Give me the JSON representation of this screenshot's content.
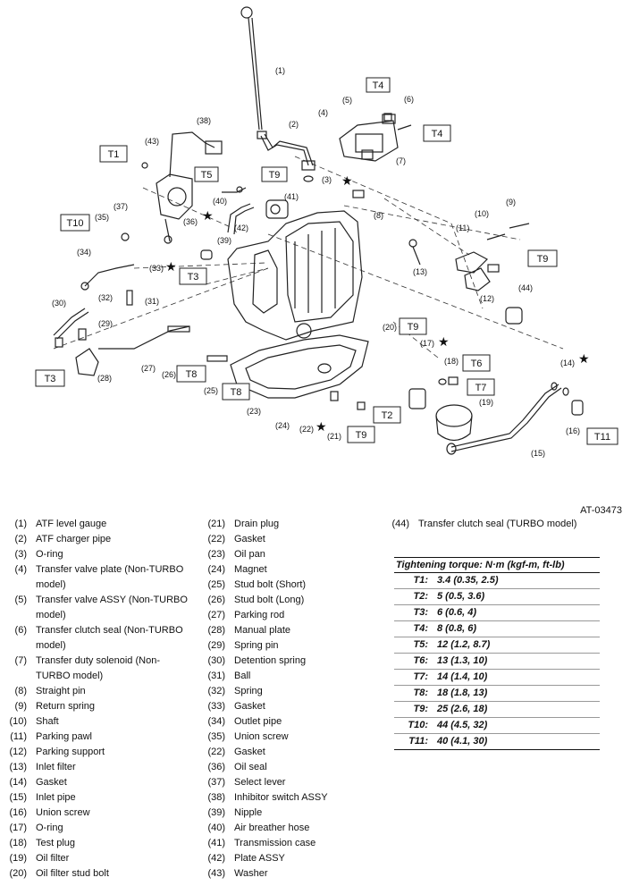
{
  "figure_code": "AT-03473",
  "callouts": {
    "1": "(1)",
    "2": "(2)",
    "3": "(3)",
    "4": "(4)",
    "5": "(5)",
    "6": "(6)",
    "7": "(7)",
    "8": "(8)",
    "9": "(9)",
    "10": "(10)",
    "11": "(11)",
    "12": "(12)",
    "13": "(13)",
    "14": "(14)",
    "15": "(15)",
    "16": "(16)",
    "17": "(17)",
    "18": "(18)",
    "19": "(19)",
    "20": "(20)",
    "21": "(21)",
    "22": "(22)",
    "23": "(23)",
    "24": "(24)",
    "25": "(25)",
    "26": "(26)",
    "27": "(27)",
    "28": "(28)",
    "29": "(29)",
    "30": "(30)",
    "31": "(31)",
    "32": "(32)",
    "33": "(33)",
    "34": "(34)",
    "35": "(35)",
    "36": "(36)",
    "37": "(37)",
    "38": "(38)",
    "39": "(39)",
    "40": "(40)",
    "41": "(41)",
    "42": "(42)",
    "43": "(43)",
    "44": "(44)"
  },
  "torque_tags": {
    "T1": "T1",
    "T2": "T2",
    "T3": "T3",
    "T4": "T4",
    "T5": "T5",
    "T6": "T6",
    "T7": "T7",
    "T8": "T8",
    "T9": "T9",
    "T10": "T10",
    "T11": "T11"
  },
  "parts_col1": [
    {
      "num": "(1)",
      "name": "ATF level gauge"
    },
    {
      "num": "(2)",
      "name": "ATF charger pipe"
    },
    {
      "num": "(3)",
      "name": "O-ring"
    },
    {
      "num": "(4)",
      "name": "Transfer valve plate (Non-TURBO model)"
    },
    {
      "num": "(5)",
      "name": "Transfer valve ASSY (Non-TURBO model)"
    },
    {
      "num": "(6)",
      "name": "Transfer clutch seal (Non-TURBO model)"
    },
    {
      "num": "(7)",
      "name": "Transfer duty solenoid (Non-TURBO model)"
    },
    {
      "num": "(8)",
      "name": "Straight pin"
    },
    {
      "num": "(9)",
      "name": "Return spring"
    },
    {
      "num": "(10)",
      "name": "Shaft"
    },
    {
      "num": "(11)",
      "name": "Parking pawl"
    },
    {
      "num": "(12)",
      "name": "Parking support"
    },
    {
      "num": "(13)",
      "name": "Inlet filter"
    },
    {
      "num": "(14)",
      "name": "Gasket"
    },
    {
      "num": "(15)",
      "name": "Inlet pipe"
    },
    {
      "num": "(16)",
      "name": "Union screw"
    },
    {
      "num": "(17)",
      "name": "O-ring"
    },
    {
      "num": "(18)",
      "name": "Test plug"
    },
    {
      "num": "(19)",
      "name": "Oil filter"
    },
    {
      "num": "(20)",
      "name": "Oil filter stud bolt"
    }
  ],
  "parts_col2": [
    {
      "num": "(21)",
      "name": "Drain plug"
    },
    {
      "num": "(22)",
      "name": "Gasket"
    },
    {
      "num": "(23)",
      "name": "Oil pan"
    },
    {
      "num": "(24)",
      "name": "Magnet"
    },
    {
      "num": "(25)",
      "name": "Stud bolt (Short)"
    },
    {
      "num": "(26)",
      "name": "Stud bolt (Long)"
    },
    {
      "num": "(27)",
      "name": "Parking rod"
    },
    {
      "num": "(28)",
      "name": "Manual plate"
    },
    {
      "num": "(29)",
      "name": "Spring pin"
    },
    {
      "num": "(30)",
      "name": "Detention spring"
    },
    {
      "num": "(31)",
      "name": "Ball"
    },
    {
      "num": "(32)",
      "name": "Spring"
    },
    {
      "num": "(33)",
      "name": "Gasket"
    },
    {
      "num": "(34)",
      "name": "Outlet pipe"
    },
    {
      "num": "(35)",
      "name": "Union screw"
    },
    {
      "num": "(22)",
      "name": "Gasket"
    },
    {
      "num": "(36)",
      "name": "Oil seal"
    },
    {
      "num": "(37)",
      "name": "Select lever"
    },
    {
      "num": "(38)",
      "name": "Inhibitor switch ASSY"
    },
    {
      "num": "(39)",
      "name": "Nipple"
    },
    {
      "num": "(40)",
      "name": "Air breather hose"
    },
    {
      "num": "(41)",
      "name": "Transmission case"
    },
    {
      "num": "(42)",
      "name": "Plate ASSY"
    },
    {
      "num": "(43)",
      "name": "Washer"
    }
  ],
  "parts_col3": [
    {
      "num": "(44)",
      "name": "Transfer clutch seal (TURBO model)"
    }
  ],
  "torque_table": {
    "title": "Tightening torque: N·m (kgf-m, ft-lb)",
    "rows": [
      {
        "key": "T1:",
        "value": "3.4 (0.35, 2.5)"
      },
      {
        "key": "T2:",
        "value": "5 (0.5, 3.6)"
      },
      {
        "key": "T3:",
        "value": "6 (0.6, 4)"
      },
      {
        "key": "T4:",
        "value": "8 (0.8, 6)"
      },
      {
        "key": "T5:",
        "value": "12 (1.2, 8.7)"
      },
      {
        "key": "T6:",
        "value": "13 (1.3, 10)"
      },
      {
        "key": "T7:",
        "value": "14 (1.4, 10)"
      },
      {
        "key": "T8:",
        "value": "18 (1.8, 13)"
      },
      {
        "key": "T9:",
        "value": "25 (2.6, 18)"
      },
      {
        "key": "T10:",
        "value": "44 (4.5, 32)"
      },
      {
        "key": "T11:",
        "value": "40 (4.1, 30)"
      }
    ]
  }
}
